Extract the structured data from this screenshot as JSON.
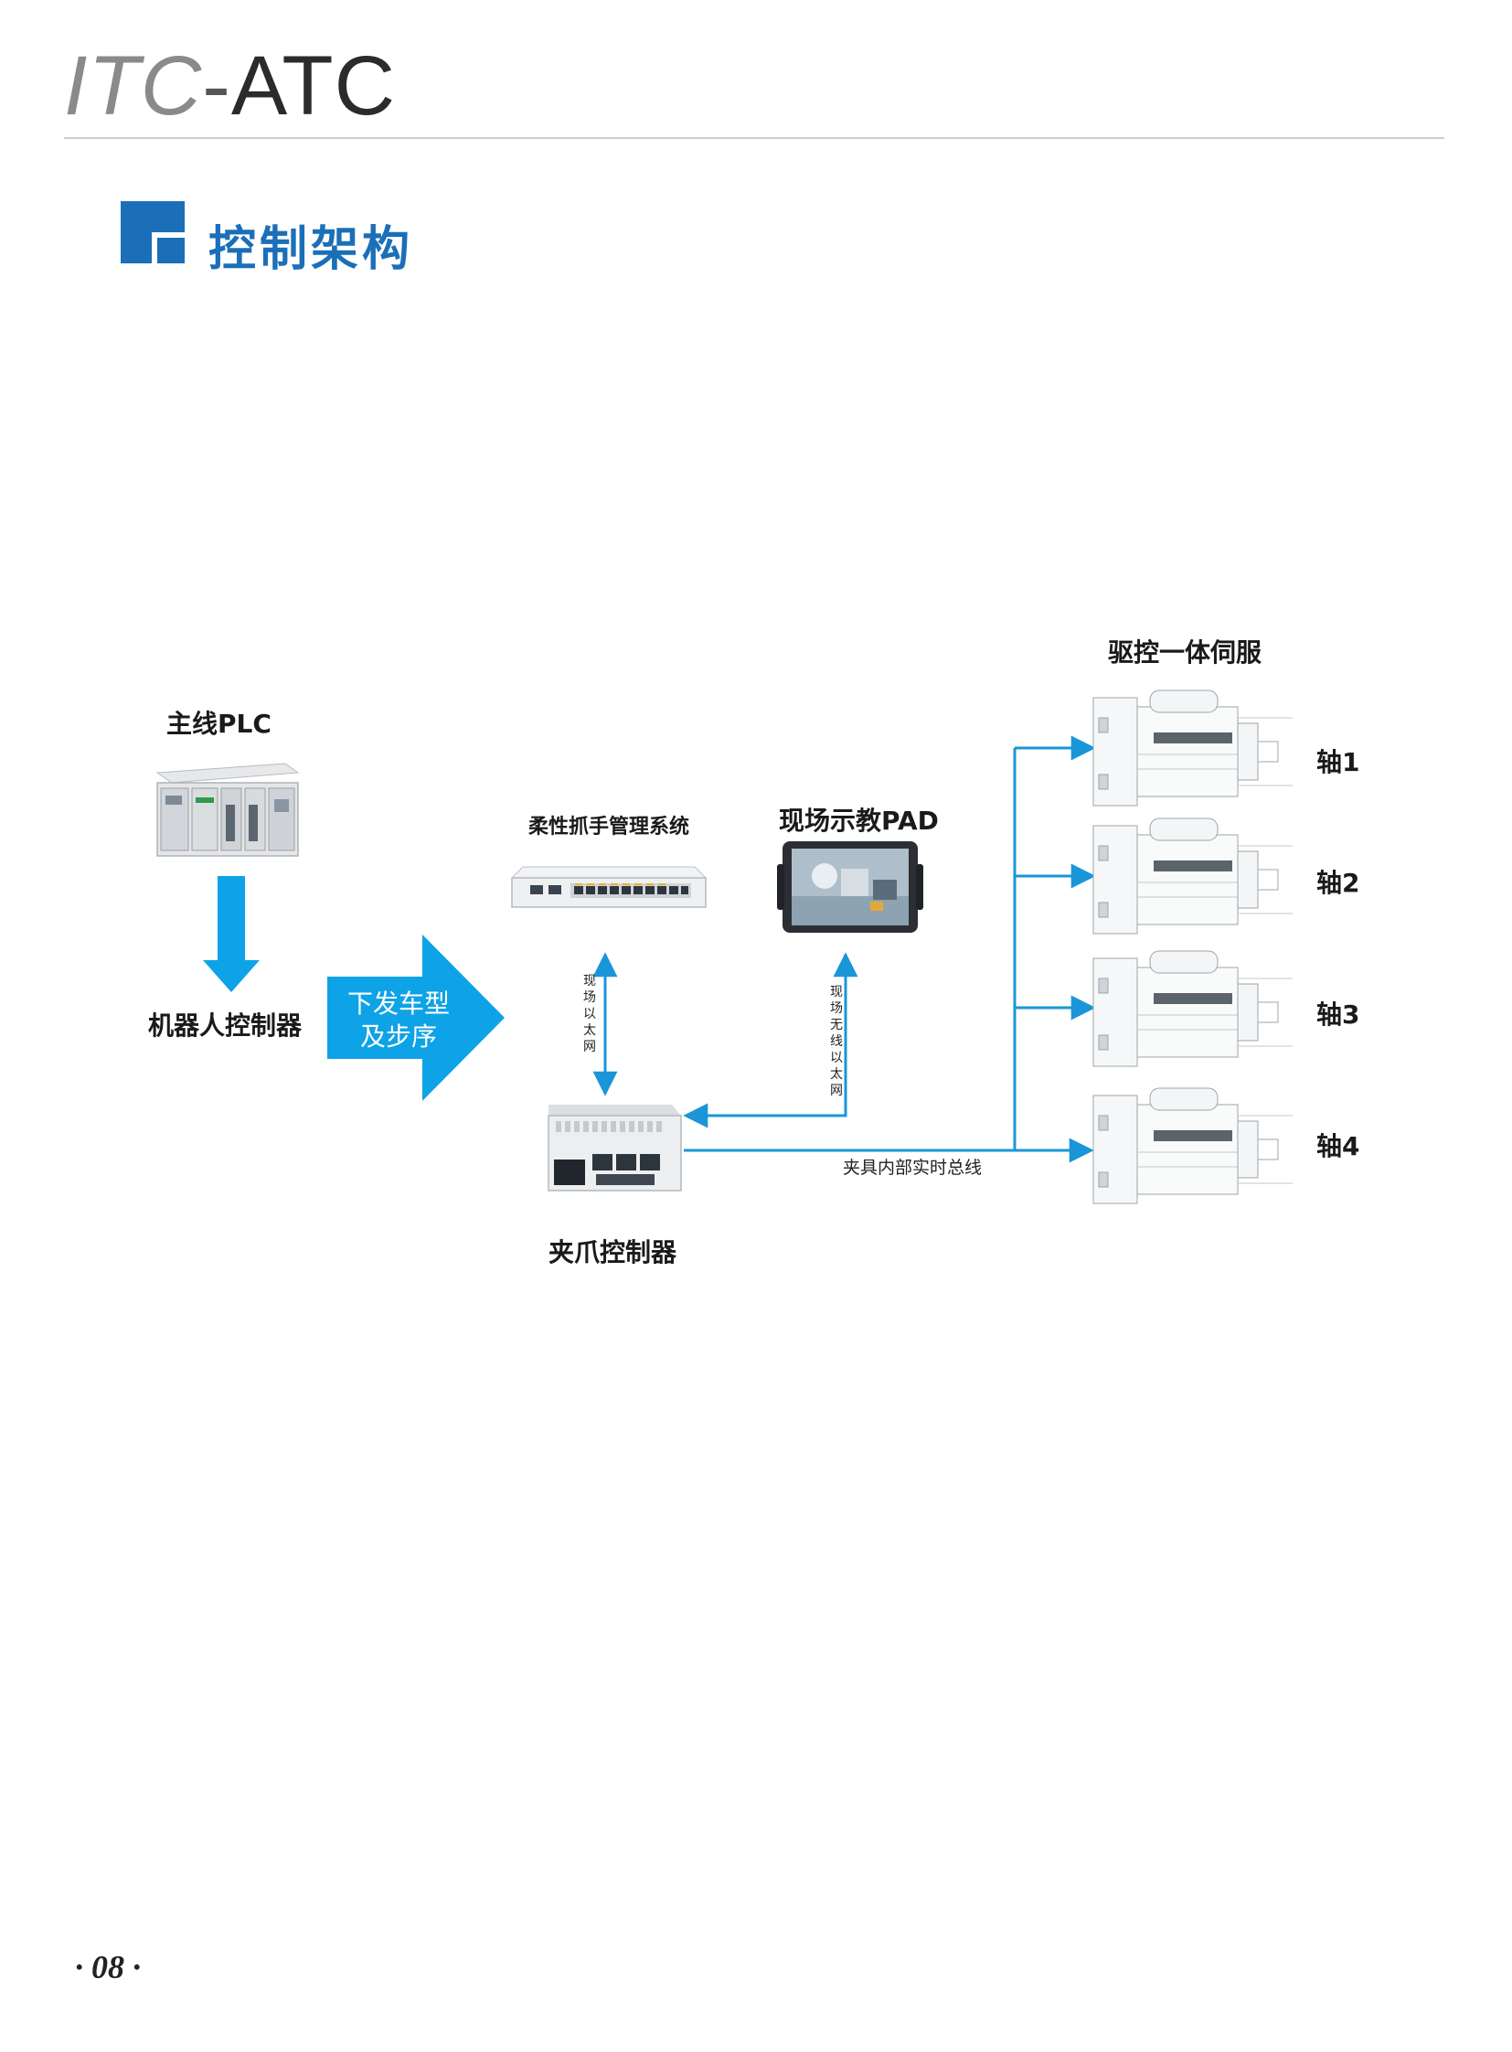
{
  "header": {
    "brand_part1": "ITC",
    "brand_dash": "-",
    "brand_part2": "ATC",
    "section_title": "控制架构"
  },
  "diagram": {
    "plc_label": "主线PLC",
    "robot_controller_label": "机器人控制器",
    "big_arrow_line1": "下发车型",
    "big_arrow_line2": "及步序",
    "management_system_label": "柔性抓手管理系统",
    "pad_label": "现场示教PAD",
    "gripper_controller_label": "夹爪控制器",
    "servo_group_label": "驱控一体伺服",
    "ethernet_label": "现场以太网",
    "wireless_label": "现场无线以太网",
    "bus_label": "夹具内部实时总线",
    "axes": [
      "轴1",
      "轴2",
      "轴3",
      "轴4"
    ]
  },
  "colors": {
    "accent_blue": "#1b6fb8",
    "arrow_cyan": "#0ea3e6",
    "line_blue": "#1a96d8"
  },
  "footer": {
    "page_number": "· 08 ·"
  }
}
